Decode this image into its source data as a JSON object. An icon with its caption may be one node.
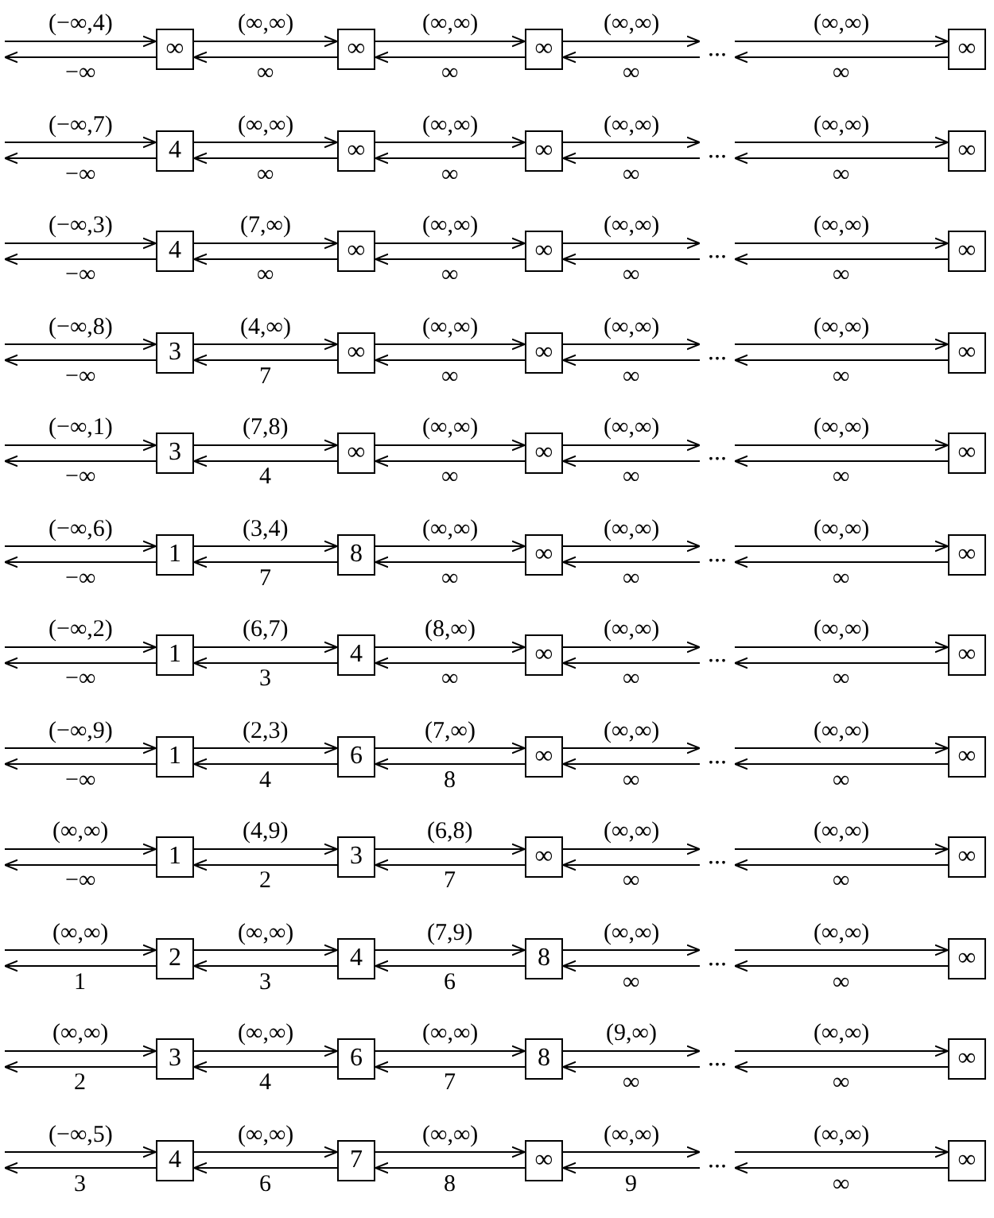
{
  "diagram": {
    "nodes": [
      {
        "text": [
          "∞"
        ]
      },
      {
        "text": [
          "∞"
        ]
      },
      {
        "text": [
          "∞"
        ]
      },
      {
        "text": [
          "..."
        ]
      },
      {
        "text": [
          "∞"
        ]
      },
      {
        "text": [
          "4"
        ]
      },
      {
        "text": [
          "∞"
        ]
      },
      {
        "text": [
          "∞"
        ]
      },
      {
        "text": [
          "..."
        ]
      },
      {
        "text": [
          "∞"
        ]
      },
      {
        "text": [
          "4"
        ]
      },
      {
        "text": [
          "∞"
        ]
      },
      {
        "text": [
          "∞"
        ]
      },
      {
        "text": [
          "..."
        ]
      },
      {
        "text": [
          "∞"
        ]
      },
      {
        "text": [
          "3"
        ]
      },
      {
        "text": [
          "∞"
        ]
      },
      {
        "text": [
          "∞"
        ]
      },
      {
        "text": [
          "..."
        ]
      },
      {
        "text": [
          "∞"
        ]
      },
      {
        "text": [
          "3"
        ]
      },
      {
        "text": [
          "∞"
        ]
      },
      {
        "text": [
          "∞"
        ]
      },
      {
        "text": [
          "..."
        ]
      },
      {
        "text": [
          "∞"
        ]
      },
      {
        "text": [
          "1"
        ]
      },
      {
        "text": [
          "8"
        ]
      },
      {
        "text": [
          "∞"
        ]
      },
      {
        "text": [
          "..."
        ]
      },
      {
        "text": [
          "∞"
        ]
      },
      {
        "text": [
          "1"
        ]
      },
      {
        "text": [
          "4"
        ]
      },
      {
        "text": [
          "∞"
        ]
      },
      {
        "text": [
          "..."
        ]
      },
      {
        "text": [
          "∞"
        ]
      },
      {
        "text": [
          "1"
        ]
      },
      {
        "text": [
          "6"
        ]
      },
      {
        "text": [
          "∞"
        ]
      },
      {
        "text": [
          "..."
        ]
      },
      {
        "text": [
          "∞"
        ]
      },
      {
        "text": [
          "1"
        ]
      },
      {
        "text": [
          "3"
        ]
      },
      {
        "text": [
          "∞"
        ]
      },
      {
        "text": [
          "..."
        ]
      },
      {
        "text": [
          "∞"
        ]
      },
      {
        "text": [
          "2"
        ]
      },
      {
        "text": [
          "4"
        ]
      },
      {
        "text": [
          "8"
        ]
      },
      {
        "text": [
          "..."
        ]
      },
      {
        "text": [
          "∞"
        ]
      },
      {
        "text": [
          "3"
        ]
      },
      {
        "text": [
          "6"
        ]
      },
      {
        "text": [
          "8"
        ]
      },
      {
        "text": [
          "..."
        ]
      },
      {
        "text": [
          "∞"
        ]
      },
      {
        "text": [
          "4"
        ]
      },
      {
        "text": [
          "7"
        ]
      },
      {
        "text": [
          "∞"
        ]
      },
      {
        "text": [
          "..."
        ]
      },
      {
        "text": [
          "∞"
        ]
      }
    ],
    "edges": [
      {
        "from": null,
        "to": 0,
        "arrow": "to",
        "label": "(−∞,4)"
      },
      {
        "from": 0,
        "to": null,
        "arrow": "to",
        "label": "−∞"
      },
      {
        "from": 0,
        "to": 1,
        "arrow": "to",
        "label": "(∞,∞)"
      },
      {
        "from": 1,
        "to": 0,
        "arrow": "to",
        "label": "∞"
      },
      {
        "from": 1,
        "to": 2,
        "arrow": "to",
        "label": "(∞,∞)"
      },
      {
        "from": 2,
        "to": 1,
        "arrow": "to",
        "label": "∞"
      },
      {
        "from": 2,
        "to": 3,
        "arrow": "to",
        "label": "(∞,∞)"
      },
      {
        "from": 3,
        "to": 2,
        "arrow": "to",
        "label": "∞"
      },
      {
        "from": 3,
        "to": 4,
        "arrow": "to",
        "label": "(∞,∞)"
      },
      {
        "from": 4,
        "to": 3,
        "arrow": "to",
        "label": "∞"
      },
      {
        "from": null,
        "to": 5,
        "arrow": "to",
        "label": "(−∞,7)"
      },
      {
        "from": 5,
        "to": null,
        "arrow": "to",
        "label": "−∞"
      },
      {
        "from": 5,
        "to": 6,
        "arrow": "to",
        "label": "(∞,∞)"
      },
      {
        "from": 6,
        "to": 5,
        "arrow": "to",
        "label": "∞"
      },
      {
        "from": 6,
        "to": 7,
        "arrow": "to",
        "label": "(∞,∞)"
      },
      {
        "from": 7,
        "to": 6,
        "arrow": "to",
        "label": "∞"
      },
      {
        "from": 7,
        "to": 8,
        "arrow": "to",
        "label": "(∞,∞)"
      },
      {
        "from": 8,
        "to": 7,
        "arrow": "to",
        "label": "∞"
      },
      {
        "from": 8,
        "to": 9,
        "arrow": "to",
        "label": "(∞,∞)"
      },
      {
        "from": 9,
        "to": 8,
        "arrow": "to",
        "label": "∞"
      },
      {
        "from": null,
        "to": 10,
        "arrow": "to",
        "label": "(−∞,3)"
      },
      {
        "from": 10,
        "to": null,
        "arrow": "to",
        "label": "−∞"
      },
      {
        "from": 10,
        "to": 11,
        "arrow": "to",
        "label": "(7,∞)"
      },
      {
        "from": 11,
        "to": 10,
        "arrow": "to",
        "label": "∞"
      },
      {
        "from": 11,
        "to": 12,
        "arrow": "to",
        "label": "(∞,∞)"
      },
      {
        "from": 12,
        "to": 11,
        "arrow": "to",
        "label": "∞"
      },
      {
        "from": 12,
        "to": 13,
        "arrow": "to",
        "label": "(∞,∞)"
      },
      {
        "from": 13,
        "to": 12,
        "arrow": "to",
        "label": "∞"
      },
      {
        "from": 13,
        "to": 14,
        "arrow": "to",
        "label": "(∞,∞)"
      },
      {
        "from": 14,
        "to": 13,
        "arrow": "to",
        "label": "∞"
      },
      {
        "from": null,
        "to": 15,
        "arrow": "to",
        "label": "(−∞,8)"
      },
      {
        "from": 15,
        "to": null,
        "arrow": "to",
        "label": "−∞"
      },
      {
        "from": 15,
        "to": 16,
        "arrow": "to",
        "label": "(4,∞)"
      },
      {
        "from": 16,
        "to": 15,
        "arrow": "to",
        "label": "7"
      },
      {
        "from": 16,
        "to": 17,
        "arrow": "to",
        "label": "(∞,∞)"
      },
      {
        "from": 17,
        "to": 16,
        "arrow": "to",
        "label": "∞"
      },
      {
        "from": 17,
        "to": 18,
        "arrow": "to",
        "label": "(∞,∞)"
      },
      {
        "from": 18,
        "to": 17,
        "arrow": "to",
        "label": "∞"
      },
      {
        "from": 18,
        "to": 19,
        "arrow": "to",
        "label": "(∞,∞)"
      },
      {
        "from": 19,
        "to": 18,
        "arrow": "to",
        "label": "∞"
      },
      {
        "from": null,
        "to": 20,
        "arrow": "to",
        "label": "(−∞,1)"
      },
      {
        "from": 20,
        "to": null,
        "arrow": "to",
        "label": "−∞"
      },
      {
        "from": 20,
        "to": 21,
        "arrow": "to",
        "label": "(7,8)"
      },
      {
        "from": 21,
        "to": 20,
        "arrow": "to",
        "label": "4"
      },
      {
        "from": 21,
        "to": 22,
        "arrow": "to",
        "label": "(∞,∞)"
      },
      {
        "from": 22,
        "to": 21,
        "arrow": "to",
        "label": "∞"
      },
      {
        "from": 22,
        "to": 23,
        "arrow": "to",
        "label": "(∞,∞)"
      },
      {
        "from": 23,
        "to": 22,
        "arrow": "to",
        "label": "∞"
      },
      {
        "from": 23,
        "to": 24,
        "arrow": "to",
        "label": "(∞,∞)"
      },
      {
        "from": 24,
        "to": 23,
        "arrow": "to",
        "label": "∞"
      },
      {
        "from": null,
        "to": 25,
        "arrow": "to",
        "label": "(−∞,6)"
      },
      {
        "from": 25,
        "to": null,
        "arrow": "to",
        "label": "−∞"
      },
      {
        "from": 25,
        "to": 26,
        "arrow": "to",
        "label": "(3,4)"
      },
      {
        "from": 26,
        "to": 25,
        "arrow": "to",
        "label": "7"
      },
      {
        "from": 26,
        "to": 27,
        "arrow": "to",
        "label": "(∞,∞)"
      },
      {
        "from": 27,
        "to": 26,
        "arrow": "to",
        "label": "∞"
      },
      {
        "from": 27,
        "to": 28,
        "arrow": "to",
        "label": "(∞,∞)"
      },
      {
        "from": 28,
        "to": 27,
        "arrow": "to",
        "label": "∞"
      },
      {
        "from": 28,
        "to": 29,
        "arrow": "to",
        "label": "(∞,∞)"
      },
      {
        "from": 29,
        "to": 28,
        "arrow": "to",
        "label": "∞"
      },
      {
        "from": null,
        "to": 30,
        "arrow": "to",
        "label": "(−∞,2)"
      },
      {
        "from": 30,
        "to": null,
        "arrow": "to",
        "label": "−∞"
      },
      {
        "from": 30,
        "to": 31,
        "arrow": "to",
        "label": "(6,7)"
      },
      {
        "from": 31,
        "to": 30,
        "arrow": "to",
        "label": "3"
      },
      {
        "from": 31,
        "to": 32,
        "arrow": "to",
        "label": "(8,∞)"
      },
      {
        "from": 32,
        "to": 31,
        "arrow": "to",
        "label": "∞"
      },
      {
        "from": 32,
        "to": 33,
        "arrow": "to",
        "label": "(∞,∞)"
      },
      {
        "from": 33,
        "to": 32,
        "arrow": "to",
        "label": "∞"
      },
      {
        "from": 33,
        "to": 34,
        "arrow": "to",
        "label": "(∞,∞)"
      },
      {
        "from": 34,
        "to": 33,
        "arrow": "to",
        "label": "∞"
      },
      {
        "from": null,
        "to": 35,
        "arrow": "to",
        "label": "(−∞,9)"
      },
      {
        "from": 35,
        "to": null,
        "arrow": "to",
        "label": "−∞"
      },
      {
        "from": 35,
        "to": 36,
        "arrow": "to",
        "label": "(2,3)"
      },
      {
        "from": 36,
        "to": 35,
        "arrow": "to",
        "label": "4"
      },
      {
        "from": 36,
        "to": 37,
        "arrow": "to",
        "label": "(7,∞)"
      },
      {
        "from": 37,
        "to": 36,
        "arrow": "to",
        "label": "8"
      },
      {
        "from": 37,
        "to": 38,
        "arrow": "to",
        "label": "(∞,∞)"
      },
      {
        "from": 38,
        "to": 37,
        "arrow": "to",
        "label": "∞"
      },
      {
        "from": 38,
        "to": 39,
        "arrow": "to",
        "label": "(∞,∞)"
      },
      {
        "from": 39,
        "to": 38,
        "arrow": "to",
        "label": "∞"
      },
      {
        "from": null,
        "to": 40,
        "arrow": "to",
        "label": "(∞,∞)"
      },
      {
        "from": 40,
        "to": null,
        "arrow": "to",
        "label": "−∞"
      },
      {
        "from": 40,
        "to": 41,
        "arrow": "to",
        "label": "(4,9)"
      },
      {
        "from": 41,
        "to": 40,
        "arrow": "to",
        "label": "2"
      },
      {
        "from": 41,
        "to": 42,
        "arrow": "to",
        "label": "(6,8)"
      },
      {
        "from": 42,
        "to": 41,
        "arrow": "to",
        "label": "7"
      },
      {
        "from": 42,
        "to": 43,
        "arrow": "to",
        "label": "(∞,∞)"
      },
      {
        "from": 43,
        "to": 42,
        "arrow": "to",
        "label": "∞"
      },
      {
        "from": 43,
        "to": 44,
        "arrow": "to",
        "label": "(∞,∞)"
      },
      {
        "from": 44,
        "to": 43,
        "arrow": "to",
        "label": "∞"
      },
      {
        "from": null,
        "to": 45,
        "arrow": "to",
        "label": "(∞,∞)"
      },
      {
        "from": 45,
        "to": null,
        "arrow": "to",
        "label": "1"
      },
      {
        "from": 45,
        "to": 46,
        "arrow": "to",
        "label": "(∞,∞)"
      },
      {
        "from": 46,
        "to": 45,
        "arrow": "to",
        "label": "3"
      },
      {
        "from": 46,
        "to": 47,
        "arrow": "to",
        "label": "(7,9)"
      },
      {
        "from": 47,
        "to": 46,
        "arrow": "to",
        "label": "6"
      },
      {
        "from": 47,
        "to": 48,
        "arrow": "to",
        "label": "(∞,∞)"
      },
      {
        "from": 48,
        "to": 47,
        "arrow": "to",
        "label": "∞"
      },
      {
        "from": 48,
        "to": 49,
        "arrow": "to",
        "label": "(∞,∞)"
      },
      {
        "from": 49,
        "to": 48,
        "arrow": "to",
        "label": "∞"
      },
      {
        "from": null,
        "to": 50,
        "arrow": "to",
        "label": "(∞,∞)"
      },
      {
        "from": 50,
        "to": null,
        "arrow": "to",
        "label": "2"
      },
      {
        "from": 50,
        "to": 51,
        "arrow": "to",
        "label": "(∞,∞)"
      },
      {
        "from": 51,
        "to": 50,
        "arrow": "to",
        "label": "4"
      },
      {
        "from": 51,
        "to": 52,
        "arrow": "to",
        "label": "(∞,∞)"
      },
      {
        "from": 52,
        "to": 51,
        "arrow": "to",
        "label": "7"
      },
      {
        "from": 52,
        "to": 53,
        "arrow": "to",
        "label": "(9,∞)"
      },
      {
        "from": 53,
        "to": 52,
        "arrow": "to",
        "label": "∞"
      },
      {
        "from": 53,
        "to": 54,
        "arrow": "to",
        "label": "(∞,∞)"
      },
      {
        "from": 54,
        "to": 53,
        "arrow": "to",
        "label": "∞"
      },
      {
        "from": null,
        "to": 55,
        "arrow": "to",
        "label": "(−∞,5)"
      },
      {
        "from": 55,
        "to": null,
        "arrow": "to",
        "label": "3"
      },
      {
        "from": 55,
        "to": 56,
        "arrow": "to",
        "label": "(∞,∞)"
      },
      {
        "from": 56,
        "to": 55,
        "arrow": "to",
        "label": "6"
      },
      {
        "from": 56,
        "to": 57,
        "arrow": "to",
        "label": "(∞,∞)"
      },
      {
        "from": 57,
        "to": 56,
        "arrow": "to",
        "label": "8"
      },
      {
        "from": 57,
        "to": 58,
        "arrow": "to",
        "label": "(∞,∞)"
      },
      {
        "from": 58,
        "to": 57,
        "arrow": "to",
        "label": "9"
      },
      {
        "from": 58,
        "to": 59,
        "arrow": "to",
        "label": "(∞,∞)"
      },
      {
        "from": 59,
        "to": 58,
        "arrow": "to",
        "label": "∞"
      }
    ]
  }
}
